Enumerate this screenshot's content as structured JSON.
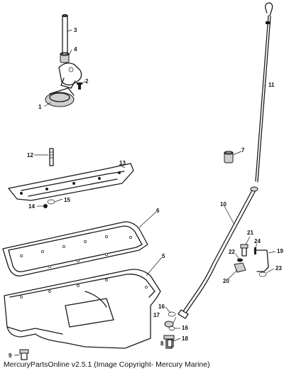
{
  "footer": {
    "caption": "MercuryPartsOnline v2.5.1 (Image Copyright- Mercury Marine)"
  },
  "callouts": {
    "c1": "1",
    "c2": "2",
    "c3": "3",
    "c4": "4",
    "c5": "5",
    "c6": "6",
    "c7": "7",
    "c8": "8",
    "c9": "9",
    "c10": "10",
    "c11": "11",
    "c12": "12",
    "c13": "13",
    "c14": "14",
    "c15": "15",
    "c16a": "16",
    "c16b": "16",
    "c17": "17",
    "c18": "18",
    "c19": "19",
    "c20": "20",
    "c21": "21",
    "c22": "22",
    "c23": "23",
    "c24": "24"
  }
}
